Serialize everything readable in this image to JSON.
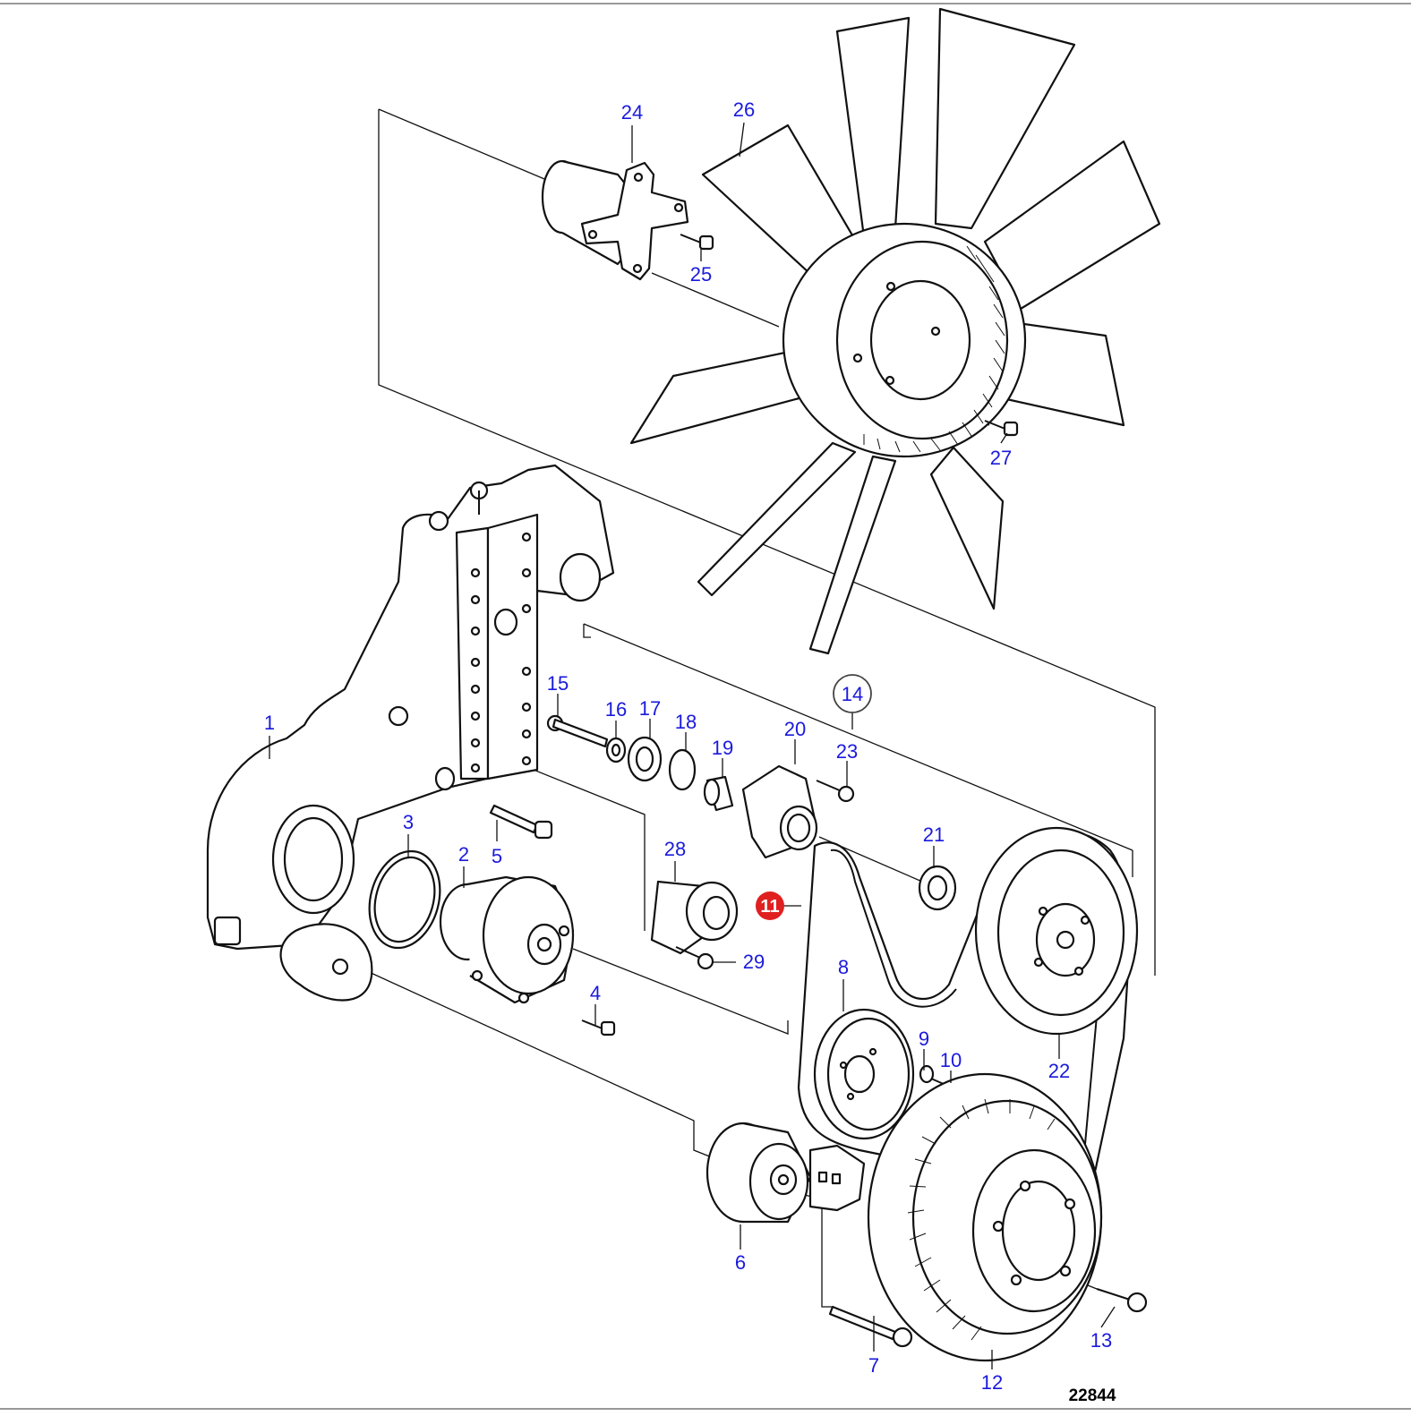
{
  "diagram": {
    "reference_number": "22844",
    "highlight_color": "#e02020",
    "label_color": "#1a1adc",
    "callouts": [
      {
        "id": "1",
        "text": "1"
      },
      {
        "id": "2",
        "text": "2"
      },
      {
        "id": "3",
        "text": "3"
      },
      {
        "id": "4",
        "text": "4"
      },
      {
        "id": "5",
        "text": "5"
      },
      {
        "id": "6",
        "text": "6"
      },
      {
        "id": "7",
        "text": "7"
      },
      {
        "id": "8",
        "text": "8"
      },
      {
        "id": "9",
        "text": "9"
      },
      {
        "id": "10",
        "text": "10"
      },
      {
        "id": "11",
        "text": "11",
        "highlighted": true
      },
      {
        "id": "12",
        "text": "12"
      },
      {
        "id": "13",
        "text": "13"
      },
      {
        "id": "14",
        "text": "14",
        "circled": true
      },
      {
        "id": "15",
        "text": "15"
      },
      {
        "id": "16",
        "text": "16"
      },
      {
        "id": "17",
        "text": "17"
      },
      {
        "id": "18",
        "text": "18"
      },
      {
        "id": "19",
        "text": "19"
      },
      {
        "id": "20",
        "text": "20"
      },
      {
        "id": "21",
        "text": "21"
      },
      {
        "id": "22",
        "text": "22"
      },
      {
        "id": "23",
        "text": "23"
      },
      {
        "id": "24",
        "text": "24"
      },
      {
        "id": "25",
        "text": "25"
      },
      {
        "id": "26",
        "text": "26"
      },
      {
        "id": "27",
        "text": "27"
      },
      {
        "id": "28",
        "text": "28"
      },
      {
        "id": "29",
        "text": "29"
      }
    ]
  }
}
